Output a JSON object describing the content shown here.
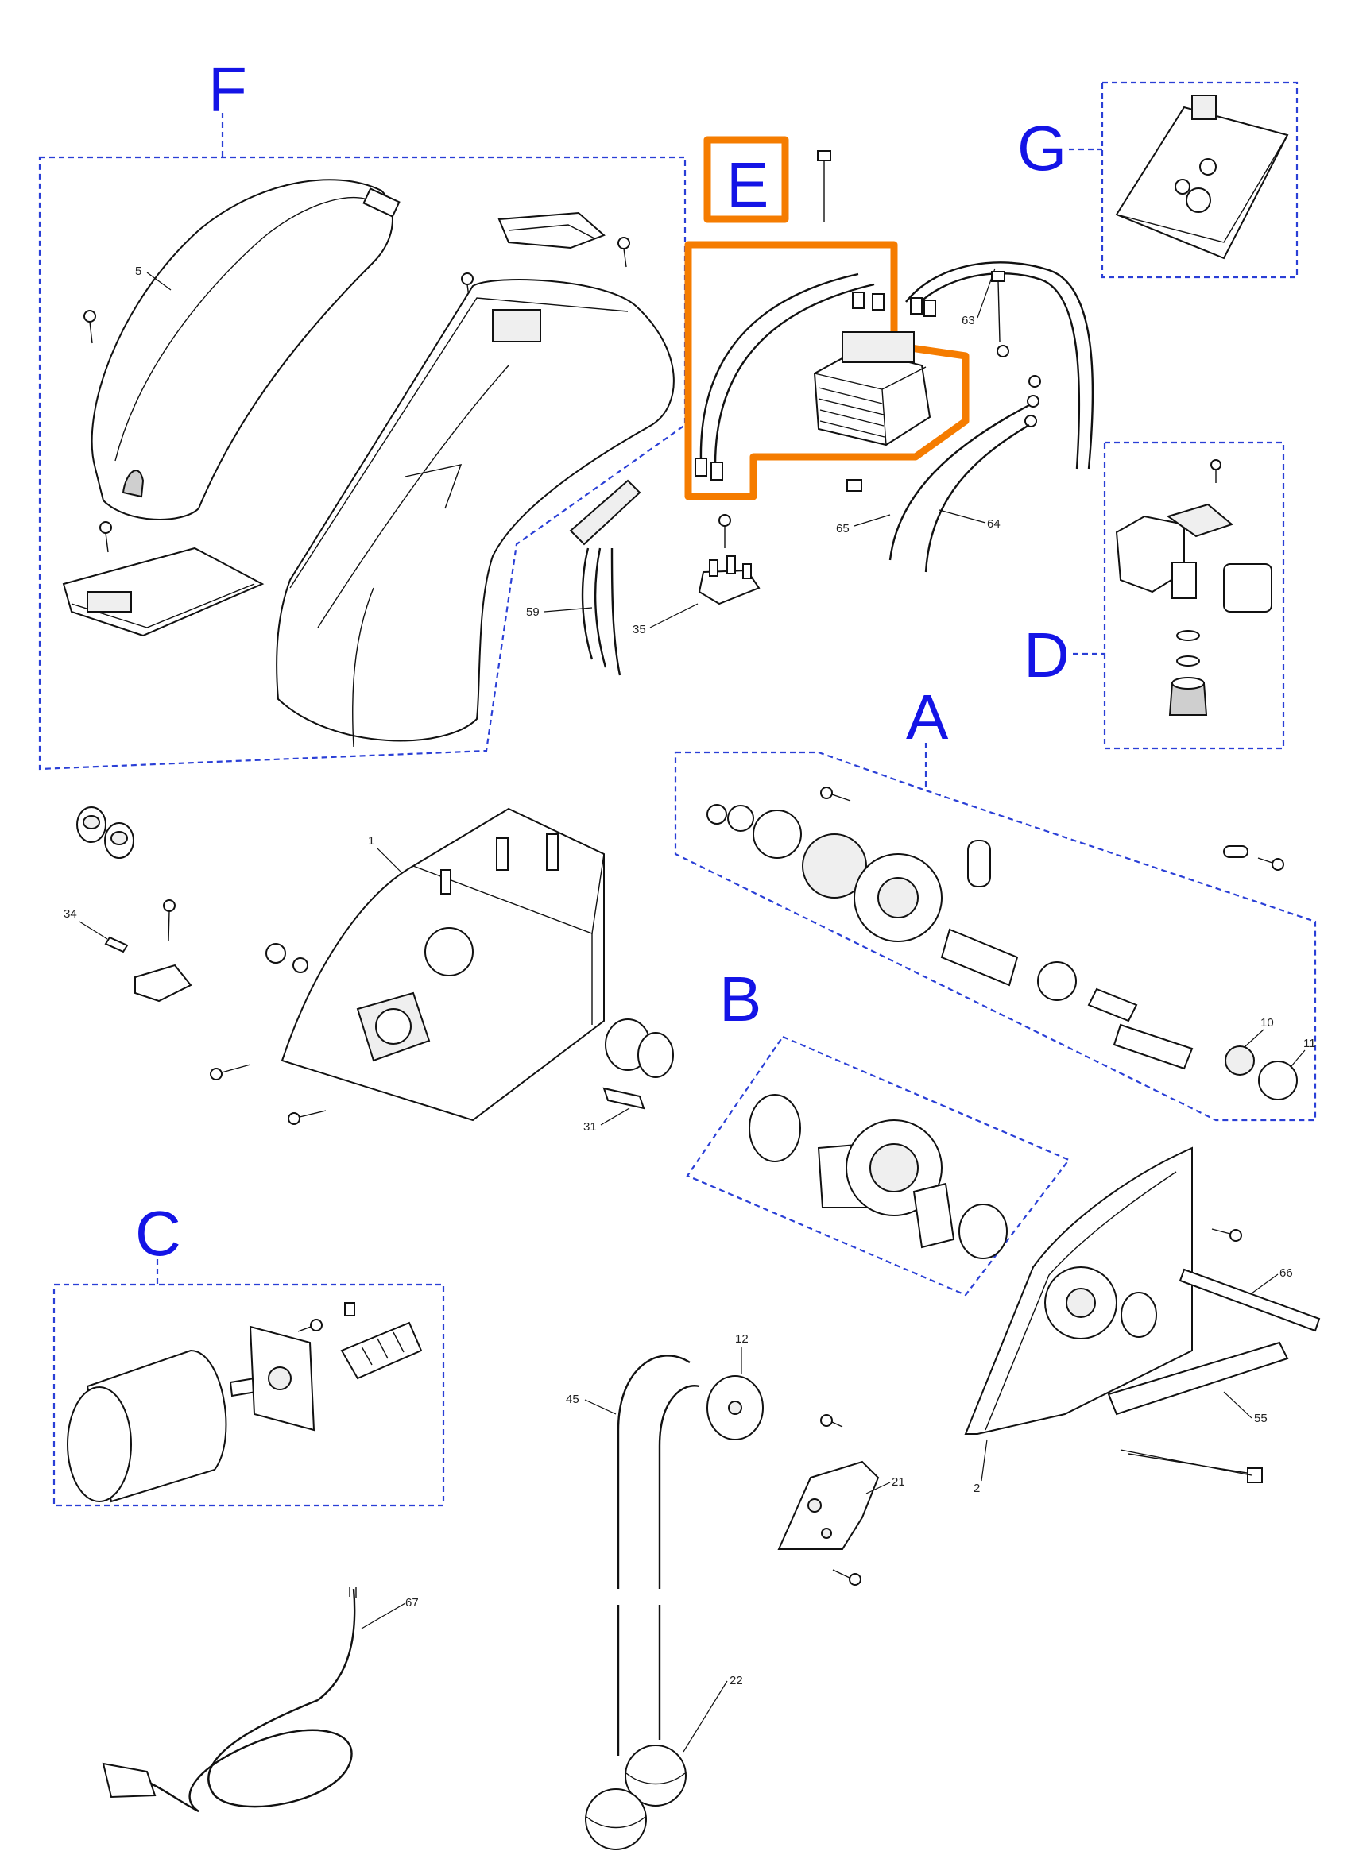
{
  "groups": {
    "F": "F",
    "E": "E",
    "G": "G",
    "D": "D",
    "A": "A",
    "B": "B",
    "C": "C"
  },
  "part_numbers": {
    "p5": "5",
    "p1": "1",
    "p2": "2",
    "p10": "10",
    "p11": "11",
    "p12": "12",
    "p21": "21",
    "p22": "22",
    "p31": "31",
    "p34": "34",
    "p35": "35",
    "p45": "45",
    "p55": "55",
    "p59": "59",
    "p63": "63",
    "p64": "64",
    "p65": "65",
    "p66": "66",
    "p67": "67"
  },
  "colors": {
    "group_label": "#1414e6",
    "group_border": "#2a3fd6",
    "highlight": "#f57c00",
    "line": "#111111"
  }
}
